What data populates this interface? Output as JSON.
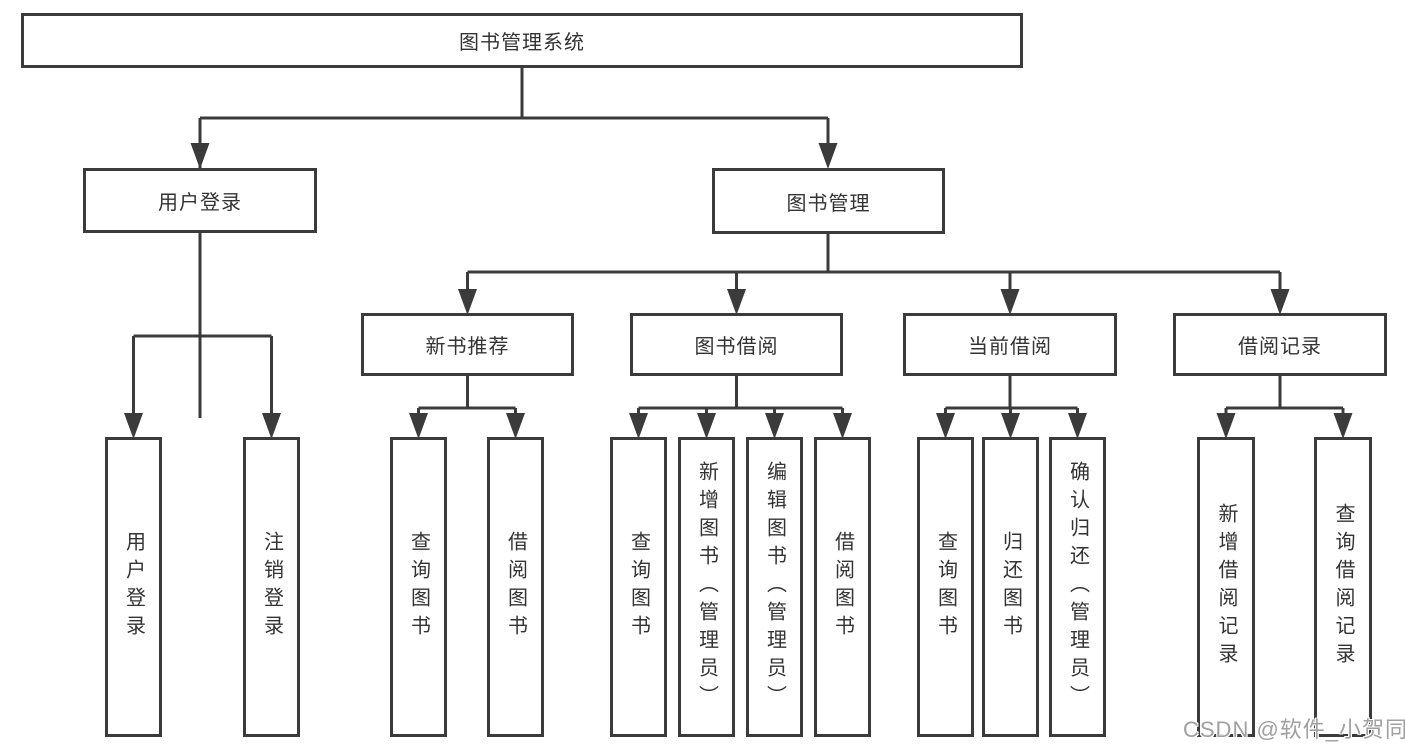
{
  "diagram": {
    "title": "图书管理系统",
    "root": {
      "label": "图书管理系统"
    },
    "level1": [
      {
        "label": "用户登录"
      },
      {
        "label": "图书管理"
      }
    ],
    "level2": [
      {
        "label": "新书推荐"
      },
      {
        "label": "图书借阅"
      },
      {
        "label": "当前借阅"
      },
      {
        "label": "借阅记录"
      }
    ],
    "leaves": {
      "user_login": [
        "用户登录",
        "注销登录"
      ],
      "new_book_recommend": [
        "查询图书",
        "借阅图书"
      ],
      "book_borrowing": [
        "查询图书",
        "新增图书（管理员）",
        "编辑图书（管理员）",
        "借阅图书"
      ],
      "current_borrowing": [
        "查询图书",
        "归还图书",
        "确认归还（管理员）"
      ],
      "borrow_records": [
        "新增借阅记录",
        "查询借阅记录"
      ]
    },
    "colors": {
      "line": "#3b3b3b",
      "text": "#333333",
      "background": "#ffffff",
      "watermark": "#a0a0a0"
    }
  },
  "watermark": {
    "text": "CSDN @软件_小贺同学"
  }
}
